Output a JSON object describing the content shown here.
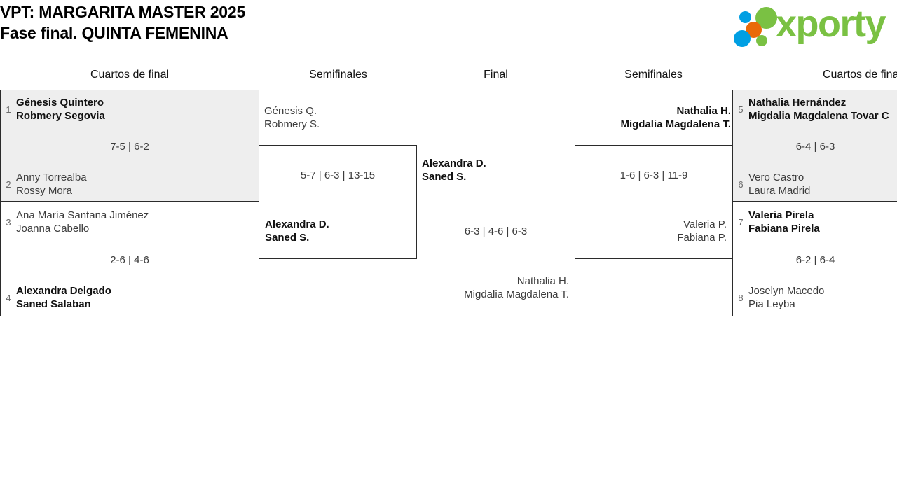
{
  "header": {
    "title_line1": "VPT: MARGARITA MASTER 2025",
    "title_line2": "Fase final. QUINTA FEMENINA"
  },
  "logo": {
    "wordmark": "xporty",
    "colors": {
      "green": "#7ac143",
      "blue": "#009fe3",
      "orange": "#ea6a08"
    }
  },
  "rounds": [
    {
      "label": "Cuartos de final"
    },
    {
      "label": "Semifinales"
    },
    {
      "label": "Final"
    },
    {
      "label": "Semifinales"
    },
    {
      "label": "Cuartos de final"
    }
  ],
  "bracket": {
    "left_quarterfinals": [
      {
        "shaded": true,
        "top": {
          "seed": "1",
          "line1": "Génesis Quintero",
          "line2": "Robmery Segovia",
          "winner": true
        },
        "bottom": {
          "seed": "2",
          "line1": "Anny Torrealba",
          "line2": "Rossy Mora",
          "winner": false
        },
        "score": "7-5 | 6-2"
      },
      {
        "shaded": false,
        "top": {
          "seed": "3",
          "line1": "Ana María Santana Jiménez",
          "line2": "Joanna Cabello",
          "winner": false
        },
        "bottom": {
          "seed": "4",
          "line1": "Alexandra Delgado",
          "line2": "Saned Salaban",
          "winner": true
        },
        "score": "2-6 | 4-6"
      }
    ],
    "left_semifinal": {
      "top": {
        "line1": "Génesis Q.",
        "line2": "Robmery S.",
        "winner": false
      },
      "bottom": {
        "line1": "Alexandra D.",
        "line2": "Saned S.",
        "winner": true
      },
      "score": "5-7 | 6-3 | 13-15"
    },
    "final": {
      "top": {
        "line1": "Alexandra D.",
        "line2": "Saned S.",
        "winner": true
      },
      "bottom": {
        "line1": "Nathalia H.",
        "line2": "Migdalia Magdalena T.",
        "winner": false
      },
      "score": "6-3 | 4-6 | 6-3"
    },
    "right_semifinal": {
      "top": {
        "line1": "Nathalia H.",
        "line2": "Migdalia Magdalena T.",
        "winner": true
      },
      "bottom": {
        "line1": "Valeria P.",
        "line2": "Fabiana P.",
        "winner": false
      },
      "score": "1-6 | 6-3 | 11-9"
    },
    "right_quarterfinals": [
      {
        "shaded": true,
        "top": {
          "seed": "5",
          "line1": "Nathalia Hernández",
          "line2": "Migdalia Magdalena Tovar C",
          "winner": true
        },
        "bottom": {
          "seed": "6",
          "line1": "Vero Castro",
          "line2": "Laura Madrid",
          "winner": false
        },
        "score": "6-4 | 6-3"
      },
      {
        "shaded": false,
        "top": {
          "seed": "7",
          "line1": "Valeria Pirela",
          "line2": "Fabiana Pirela",
          "winner": true
        },
        "bottom": {
          "seed": "8",
          "line1": "Joselyn Macedo",
          "line2": "Pia Leyba",
          "winner": false
        },
        "score": "6-2 | 6-4"
      }
    ]
  }
}
